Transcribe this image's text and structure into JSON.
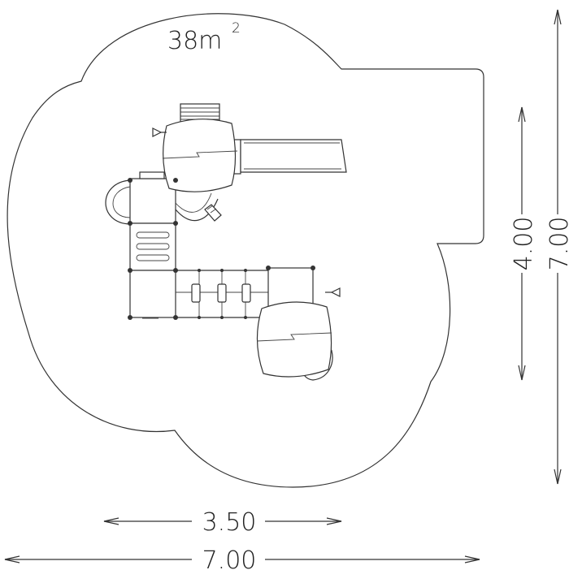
{
  "drawing": {
    "area_label": "38m",
    "area_exponent": "2",
    "dim_height_inner": "4.00",
    "dim_height_outer": "7.00",
    "dim_width_inner": "3.50",
    "dim_width_outer": "7.00",
    "line_color": "#333333"
  }
}
